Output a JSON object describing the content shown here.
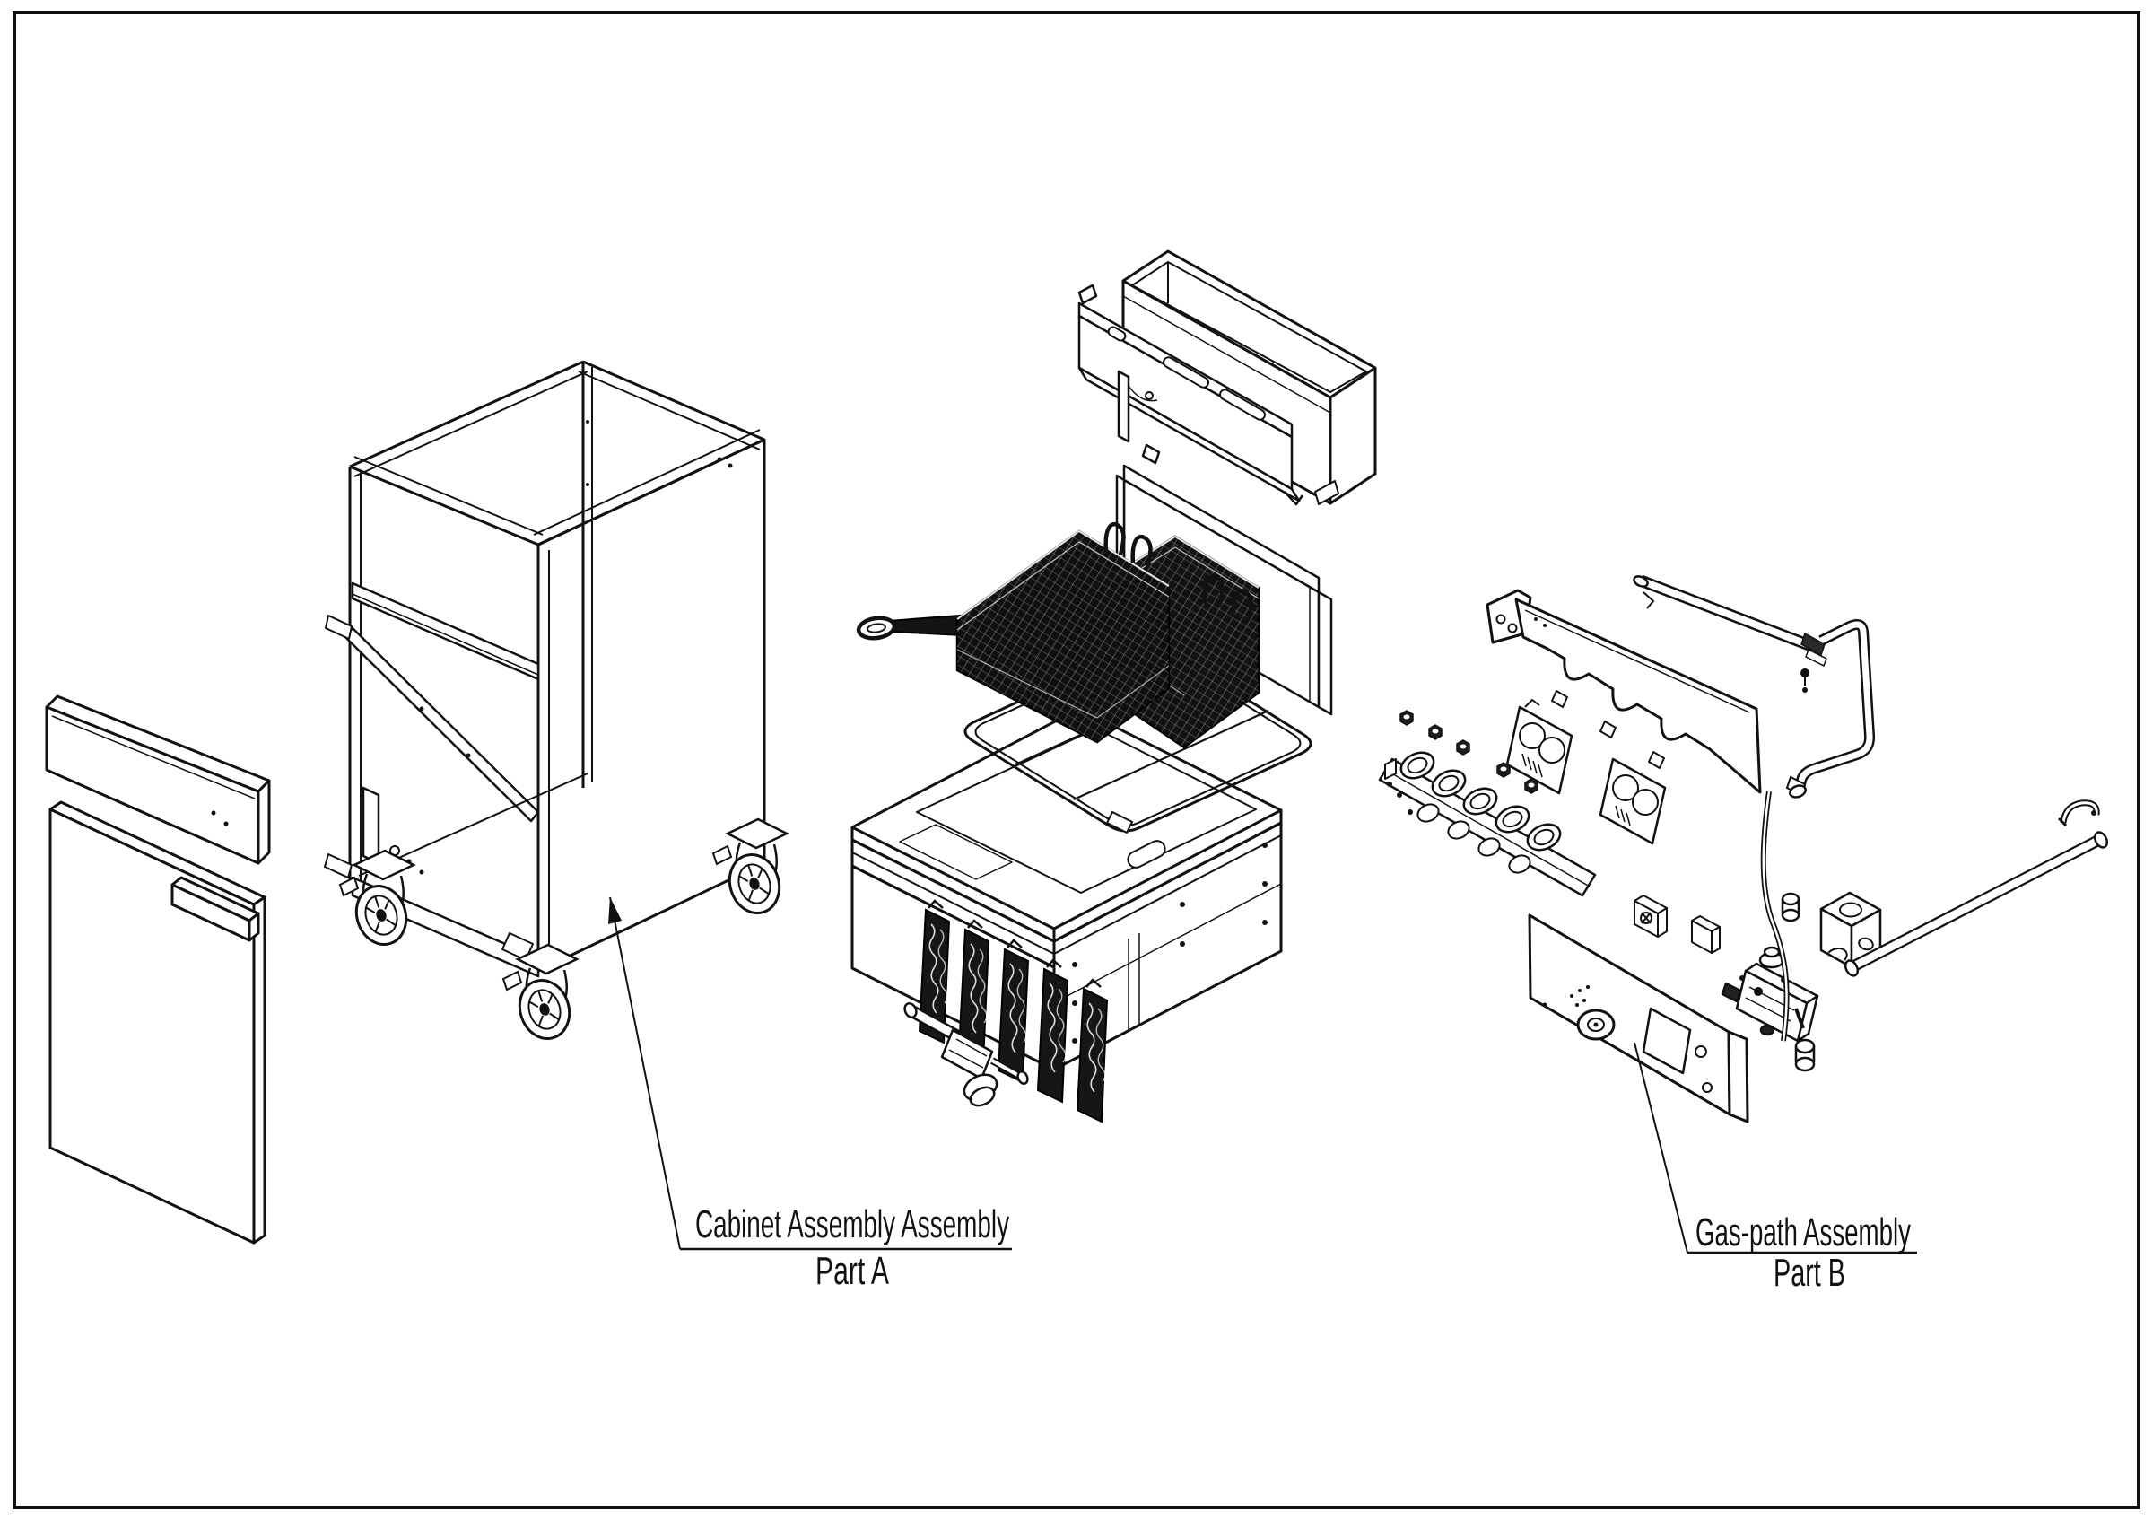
{
  "page": {
    "type": "exploded-parts-diagram",
    "background": "#ffffff",
    "ink": "#111111"
  },
  "callouts": {
    "part_a": {
      "title": "Cabinet Assembly Assembly",
      "subtitle": "Part A"
    },
    "part_b": {
      "title": "Gas-path Assembly",
      "subtitle": "Part B"
    }
  }
}
